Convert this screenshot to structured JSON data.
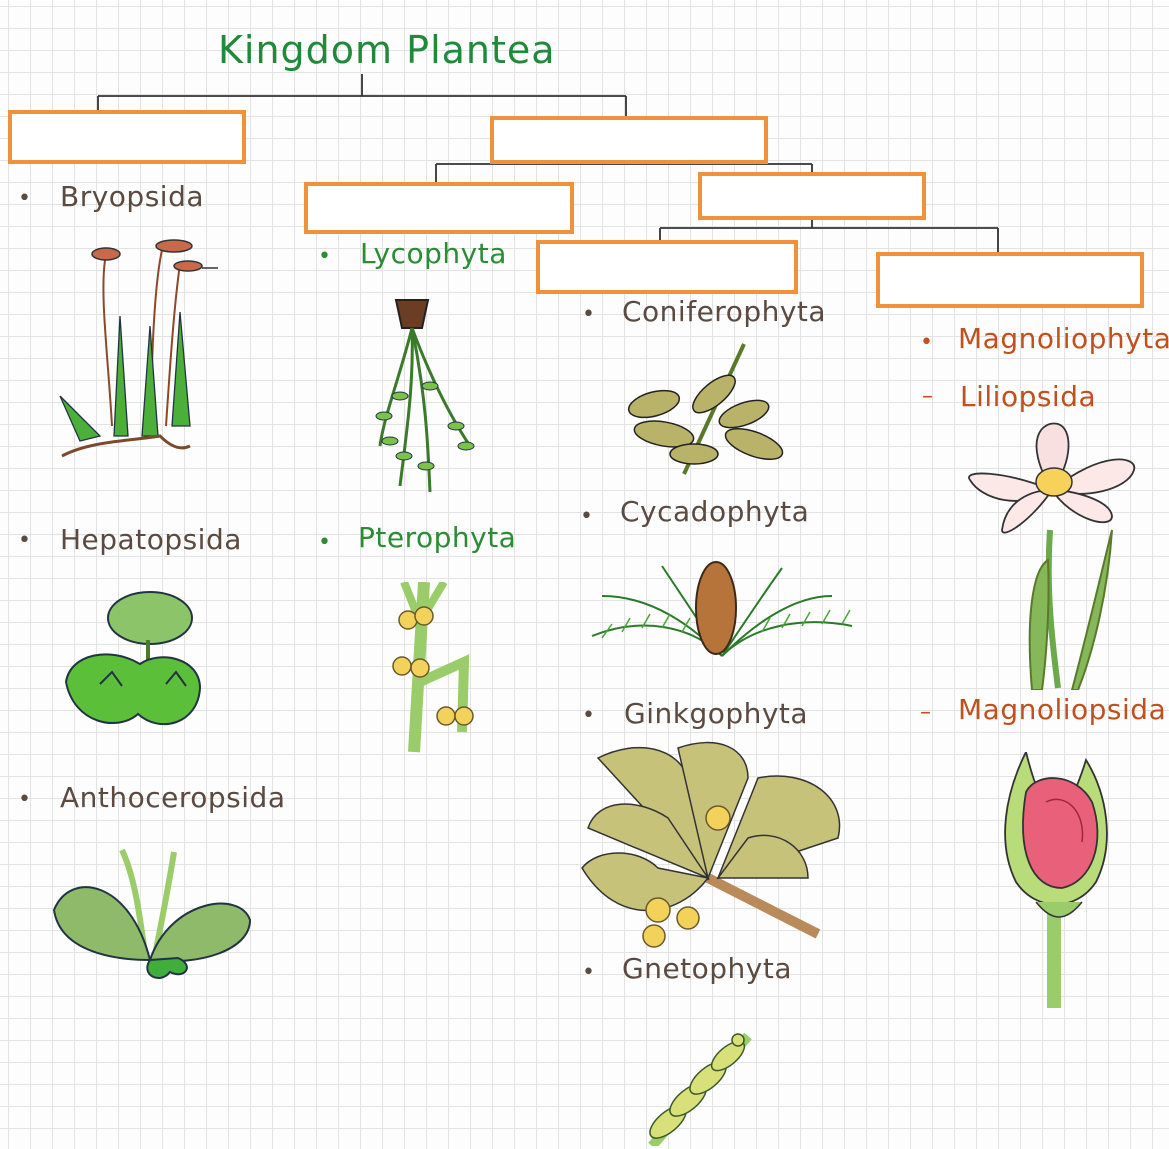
{
  "title": "Kingdom Plantea",
  "colors": {
    "accent_box": "#f0913c",
    "title_green": "#1e8a3a",
    "label_grey": "#5b4a40",
    "label_green": "#2a8c33",
    "label_orange": "#c0501e"
  },
  "labels": {
    "bryopsida": "Bryopsida",
    "hepatopsida": "Hepatopsida",
    "anthoceropsida": "Anthoceropsida",
    "lycophyta": "Lycophyta",
    "pterophyta": "Pterophyta",
    "coniferophyta": "Coniferophyta",
    "cycadophyta": "Cycadophyta",
    "ginkgophyta": "Ginkgophyta",
    "gnetophyta": "Gnetophyta",
    "magnoliophyta": "Magnoliophyta",
    "liliopsida": "Liliopsida",
    "magnoliopsida": "Magnoliopsida"
  },
  "markers": {
    "bullet": "•",
    "dash": "–"
  },
  "answer_boxes": [
    "",
    "",
    "",
    "",
    "",
    ""
  ]
}
